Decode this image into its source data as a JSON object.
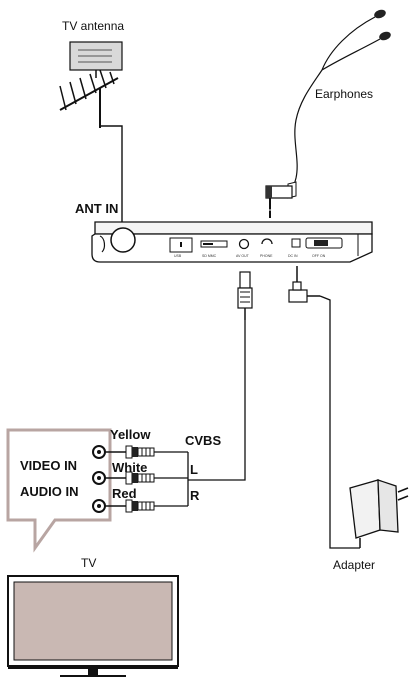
{
  "labels": {
    "tv_antenna": "TV antenna",
    "earphones": "Earphones",
    "ant_in": "ANT IN",
    "video_in": "VIDEO IN",
    "audio_in": "AUDIO IN",
    "yellow": "Yellow",
    "white": "White",
    "red": "Red",
    "cvbs": "CVBS",
    "l": "L",
    "r": "R",
    "tv": "TV",
    "adapter": "Adapter"
  },
  "colors": {
    "callout_border": "#b8a5a2",
    "tv_screen": "#c9b8b3",
    "line": "#111111",
    "antenna_fill": "#d9d9d9"
  }
}
